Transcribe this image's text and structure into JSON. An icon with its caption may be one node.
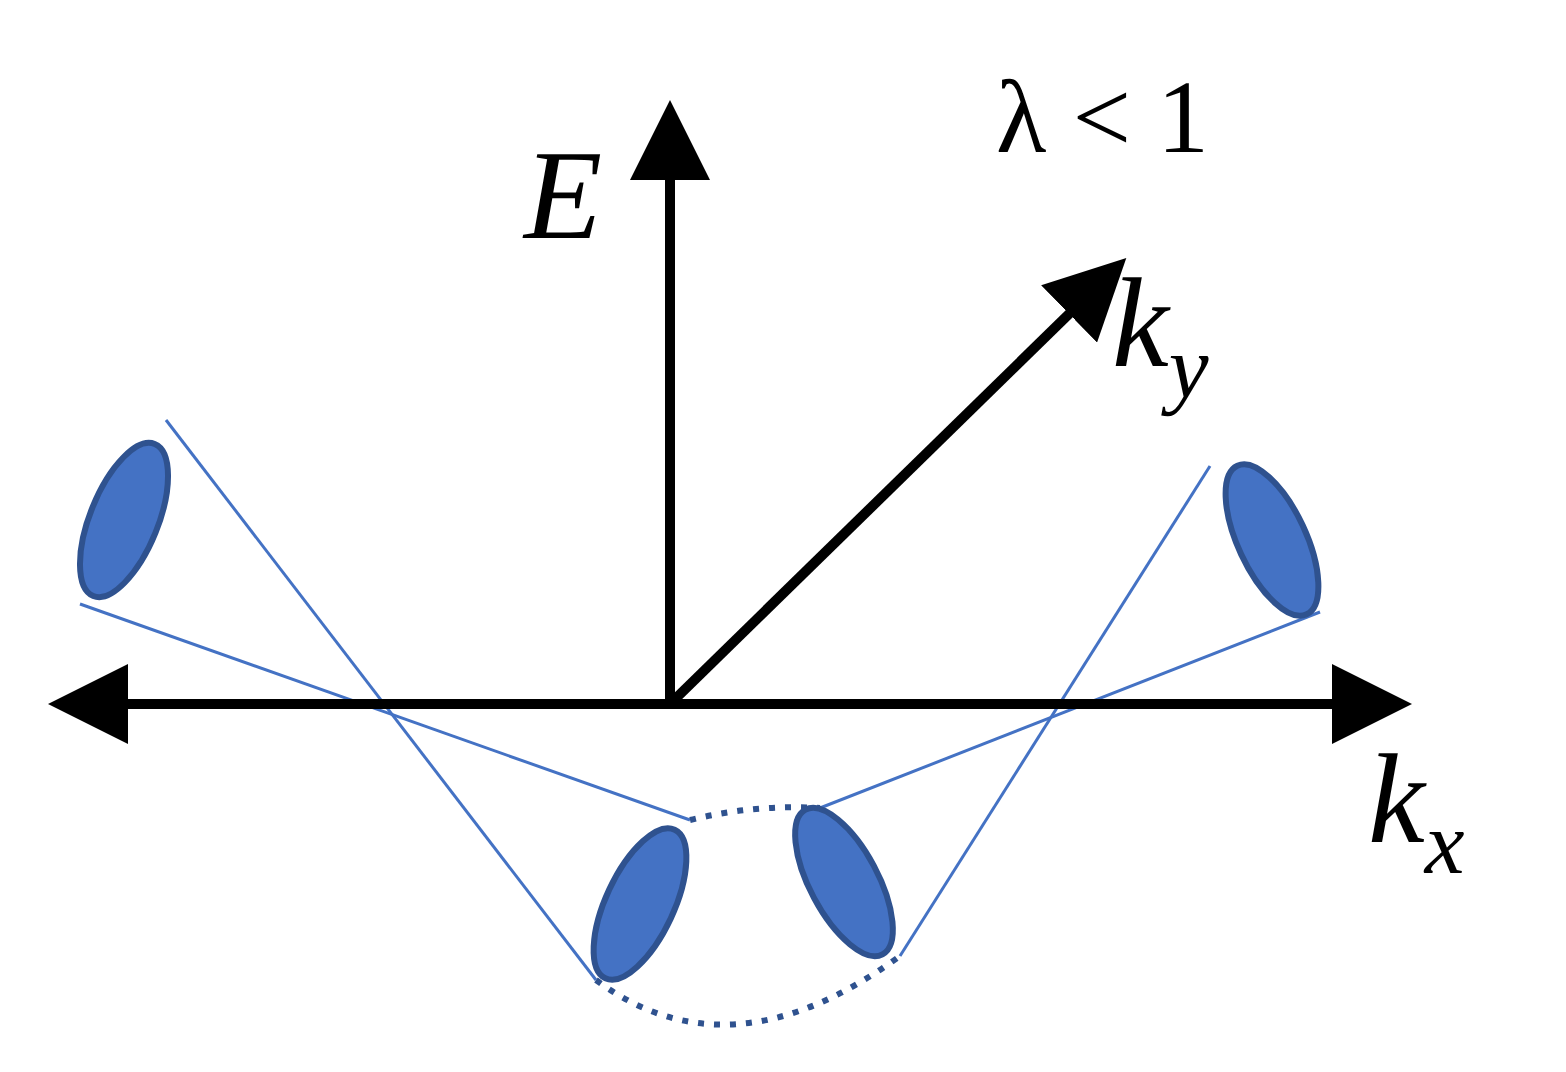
{
  "diagram": {
    "labels": [
      "λ < 1",
      "E",
      "k$_{y}$",
      "k$_{x}$"
    ]
  }
}
